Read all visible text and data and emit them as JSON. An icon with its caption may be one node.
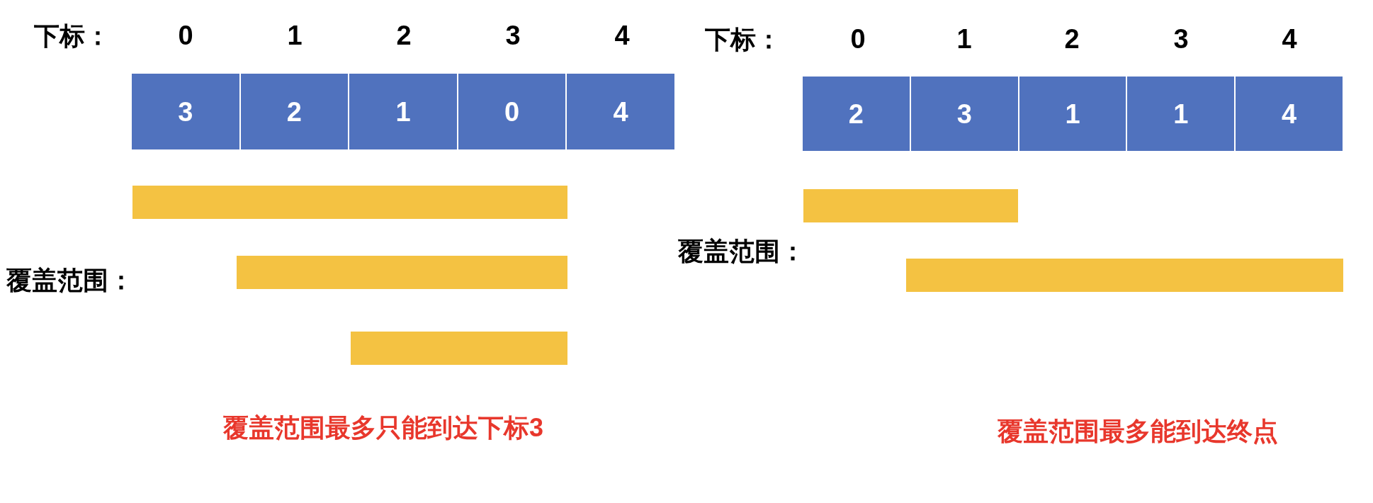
{
  "diagram": {
    "nodes": [
      {
        "text": [
          "3"
        ]
      },
      {
        "text": [
          "2"
        ]
      },
      {
        "text": [
          "1"
        ]
      },
      {
        "text": [
          "0"
        ]
      },
      {
        "text": [
          "4"
        ]
      },
      {
        "text": [],
        "shape": "bar"
      },
      {
        "text": [],
        "shape": "bar"
      },
      {
        "text": [],
        "shape": "bar"
      },
      {
        "text": [
          "2"
        ]
      },
      {
        "text": [
          "3"
        ]
      },
      {
        "text": [
          "1"
        ]
      },
      {
        "text": [
          "1"
        ]
      },
      {
        "text": [
          "4"
        ]
      },
      {
        "text": [],
        "shape": "bar"
      },
      {
        "text": [],
        "shape": "bar"
      }
    ],
    "edges": [],
    "labels": [
      "下标：",
      "0",
      "1",
      "2",
      "3",
      "4",
      "覆盖范围：",
      "覆盖范围最多只能到达下标3",
      "下标：",
      "0",
      "1",
      "2",
      "3",
      "4",
      "覆盖范围：",
      "覆盖范围最多能到达终点"
    ]
  }
}
